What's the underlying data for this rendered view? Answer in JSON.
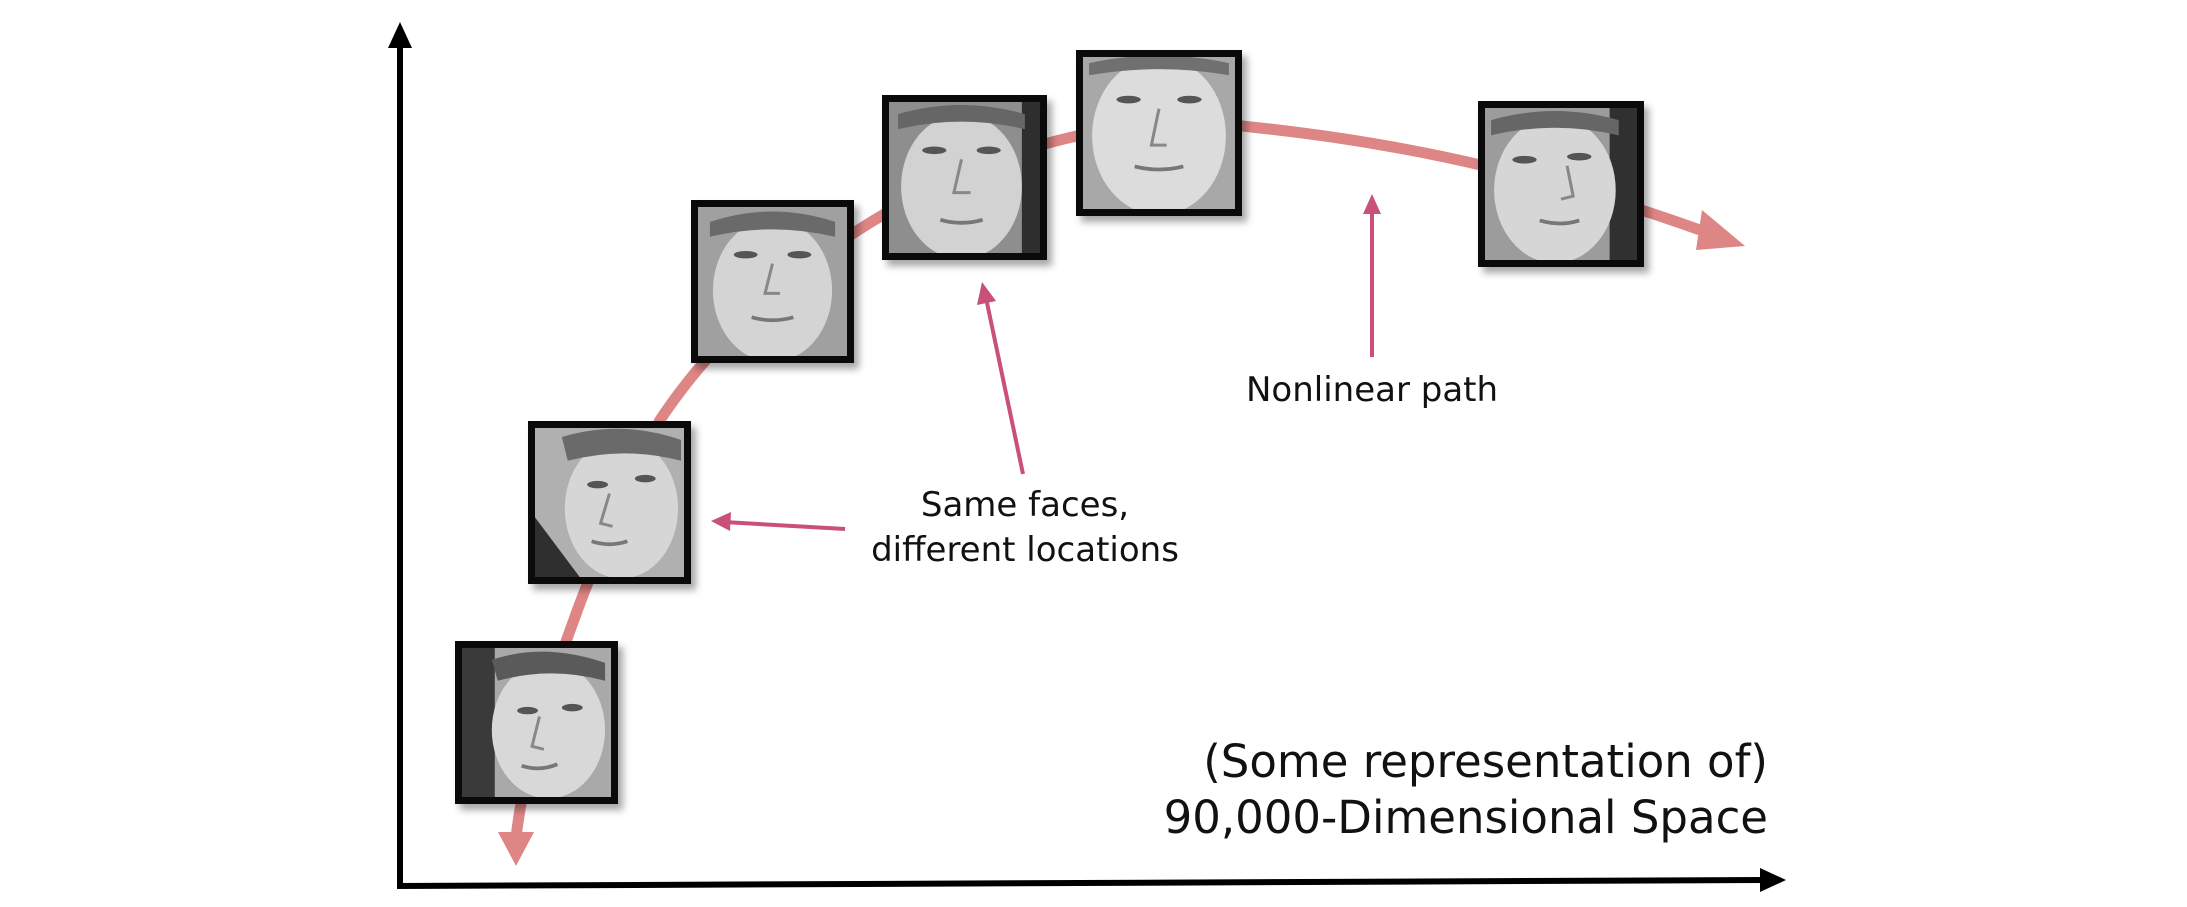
{
  "colors": {
    "path": "#de8585",
    "callout_arrow": "#c9507a",
    "axis": "#000000",
    "frame": "#0a0a0a",
    "text": "#111111"
  },
  "annotations": {
    "same_faces_line1": "Same faces,",
    "same_faces_line2": "different locations",
    "nonlinear_path": "Nonlinear path"
  },
  "space_label": {
    "line1": "(Some representation of)",
    "line2": "90,000-Dimensional Space"
  },
  "faces": [
    {
      "name": "face-image-1",
      "pose": "turned left, low"
    },
    {
      "name": "face-image-2",
      "pose": "turned left"
    },
    {
      "name": "face-image-3",
      "pose": "frontal"
    },
    {
      "name": "face-image-4",
      "pose": "frontal, slightly left"
    },
    {
      "name": "face-image-5",
      "pose": "frontal, close"
    },
    {
      "name": "face-image-6",
      "pose": "turned right"
    }
  ]
}
